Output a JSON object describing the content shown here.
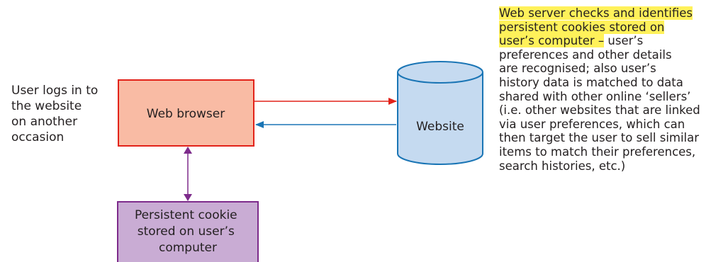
{
  "user_note": [
    "User logs in to",
    "the website",
    "on another",
    "occasion"
  ],
  "browser_label": "Web browser",
  "website_label": "Website",
  "cookie_label": [
    "Persistent cookie",
    "stored on user’s",
    "computer"
  ],
  "server_note": {
    "highlighted": [
      "Web server checks and identifies",
      "persistent cookies stored on",
      "user’s computer –"
    ],
    "line3_rest": " user’s",
    "lines": [
      "preferences and other details",
      "are recognised; also user’s",
      "history data is matched to data",
      "shared with other online ‘sellers’",
      "(i.e. other websites that are linked",
      "via user preferences, which can",
      "then target the user to sell similar",
      "items to match their preferences,",
      "search histories, etc.)"
    ]
  },
  "colors": {
    "browser_fill": "#f9bba4",
    "browser_border": "#e2231a",
    "cookie_fill": "#c9acd4",
    "cookie_border": "#7d2b8b",
    "cylinder_fill": "#c5daf0",
    "cylinder_border": "#1a75b5",
    "arrow_red": "#e2231a",
    "arrow_blue": "#1a75b5",
    "arrow_purple": "#7d2b8b",
    "highlight": "#fff15a"
  }
}
